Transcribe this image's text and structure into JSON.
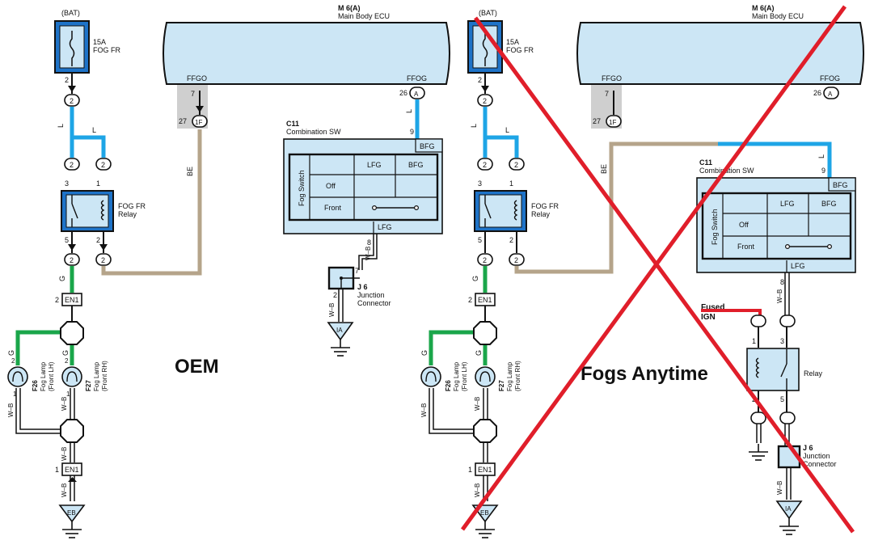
{
  "diagram": {
    "left": {
      "bat": "(BAT)",
      "fuse_amp": "15A",
      "fuse_name": "FOG FR",
      "ecu_code": "M 6(A)",
      "ecu_name": "Main Body ECU",
      "pin_ffgo": "FFGO",
      "pin_ffog": "FFOG",
      "num_2": "2",
      "num_3": "3",
      "num_1": "1",
      "num_5": "5",
      "num_7": "7",
      "num_27": "27",
      "num_26": "26",
      "num_9": "9",
      "num_8": "8",
      "conn_2": "2",
      "conn_1f": "1F",
      "conn_a": "A",
      "wire_l": "L",
      "wire_be": "BE",
      "wire_g": "G",
      "wire_wb": "W–B",
      "relay_name": "FOG FR",
      "relay_label": "Relay",
      "sw_code": "C11",
      "sw_name": "Combination SW",
      "bfg": "BFG",
      "lfg": "LFG",
      "fog_switch": "Fog Switch",
      "off": "Off",
      "front": "Front",
      "junction_code": "J 6",
      "junction_name1": "Junction",
      "junction_name2": "Connector",
      "ia": "IA",
      "en1": "EN1",
      "f26": "F26",
      "f27": "F27",
      "fog_lamp": "Fog Lamp",
      "front_lh": "(Front LH)",
      "front_rh": "(Front RH)",
      "eb": "EB",
      "caption": "OEM"
    },
    "right": {
      "caption": "Fogs Anytime",
      "fused": "Fused",
      "ign": "IGN",
      "relay": "Relay"
    },
    "colors": {
      "blue_wire": "#1ea5e6",
      "green_wire": "#1aa64a",
      "tan_wire": "#b5a48a",
      "box_fill": "#cce6f5",
      "relay_fill": "#1e73c8",
      "cross": "#e01e2a",
      "fused_wire": "#e01e2a"
    }
  }
}
